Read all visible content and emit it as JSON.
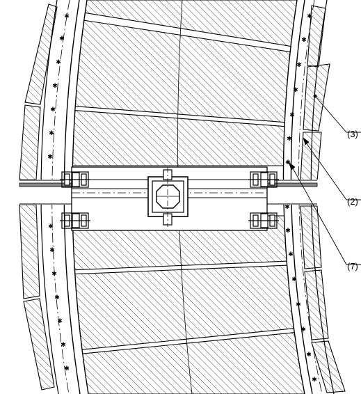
{
  "drawing": {
    "line_color": "#000000",
    "background_color": "#ffffff",
    "hatch_pattern": "diagonal-45",
    "callouts": [
      {
        "id": "callout-3",
        "label": "(3)"
      },
      {
        "id": "callout-2",
        "label": "(2)"
      },
      {
        "id": "callout-7",
        "label": "(7)"
      }
    ]
  }
}
